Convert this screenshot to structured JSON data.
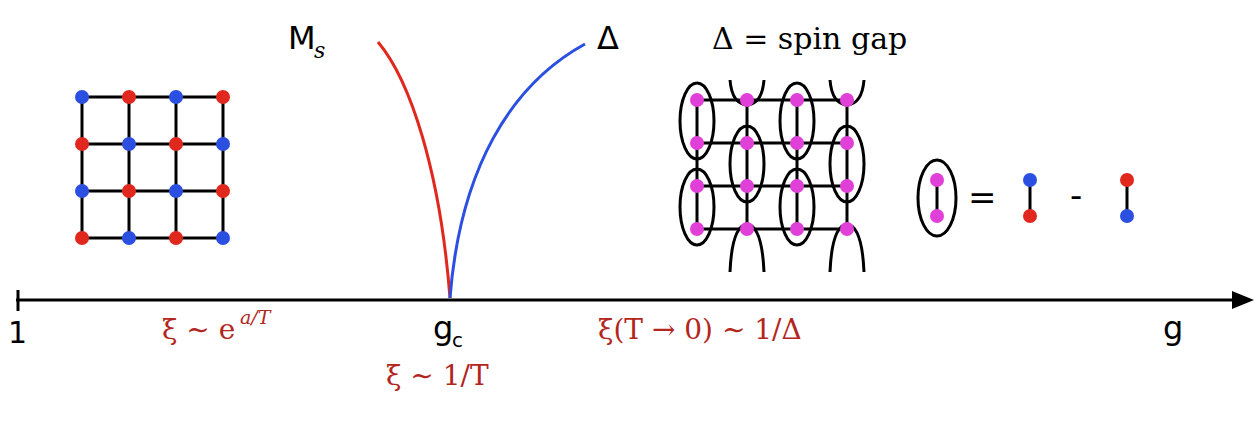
{
  "diagram": {
    "labels": [
      "M",
      "s",
      "Δ",
      "Δ = spin gap",
      "=",
      "-",
      "1",
      "ξ ∼ e",
      "a/T",
      "g",
      "c",
      "g",
      "ξ(T → 0) ∼ 1/Δ",
      "ξ ∼ 1/T"
    ]
  }
}
